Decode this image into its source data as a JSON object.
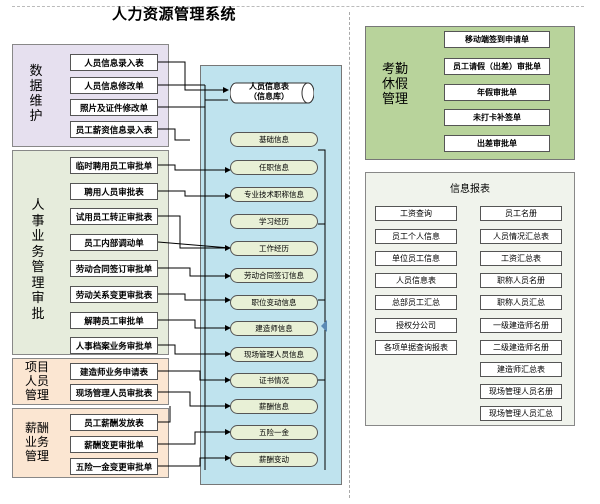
{
  "title": "人力资源管理系统",
  "groups": {
    "data_maintenance": {
      "label": [
        "数",
        "据",
        "维",
        "护"
      ],
      "items": [
        "人员信息录入表",
        "人员信息修改单",
        "照片及证件修改单",
        "员工薪资信息录入表"
      ]
    },
    "hr_approval": {
      "label": [
        "人",
        "事",
        "业",
        "务",
        "管",
        "理",
        "审",
        "批"
      ],
      "items": [
        "临时聘用员工审批单",
        "聘用人员审批表",
        "试用员工转正审批表",
        "员工内部调动单",
        "劳动合同签订审批单",
        "劳动关系变更审批表",
        "解聘员工审批单",
        "人事档案业务审批单"
      ]
    },
    "project_personnel": {
      "label": [
        "项目",
        "人员",
        "管理"
      ],
      "items": [
        "建造师业务申请表",
        "现场管理人员审批表"
      ]
    },
    "payroll": {
      "label": [
        "薪酬",
        "业务",
        "管理"
      ],
      "items": [
        "员工薪酬发放表",
        "薪酬变更审批单",
        "五险一金变更审批单"
      ]
    }
  },
  "center": {
    "db_title": "人员信息表",
    "db_subtitle": "（信息库）",
    "items": [
      "基础信息",
      "任职信息",
      "专业技术职称信息",
      "学习经历",
      "工作经历",
      "劳动合同签订信息",
      "职位变动信息",
      "建造师信息",
      "现场管理人员信息",
      "证书情况",
      "薪酬信息",
      "五险一金",
      "薪酬变动"
    ]
  },
  "attendance": {
    "label": [
      "考",
      "勤",
      "休",
      "假",
      "管",
      "理"
    ],
    "items": [
      "移动端签到申请单",
      "员工请假（出差）审批单",
      "年假审批单",
      "未打卡补签单",
      "出差审批单"
    ]
  },
  "reports": {
    "title": "信息报表",
    "left": [
      "工资查询",
      "员工个人信息",
      "单位员工信息",
      "人员信息表",
      "总部员工汇总",
      "授权分公司",
      "各项单据查询报表"
    ],
    "right": [
      "员工名册",
      "人员情况汇总表",
      "工资汇总表",
      "职称人员名册",
      "职称人员汇总",
      "一级建造师名册",
      "二级建造师名册",
      "建造师汇总表",
      "现场管理人员名册",
      "现场管理人员汇总"
    ]
  }
}
